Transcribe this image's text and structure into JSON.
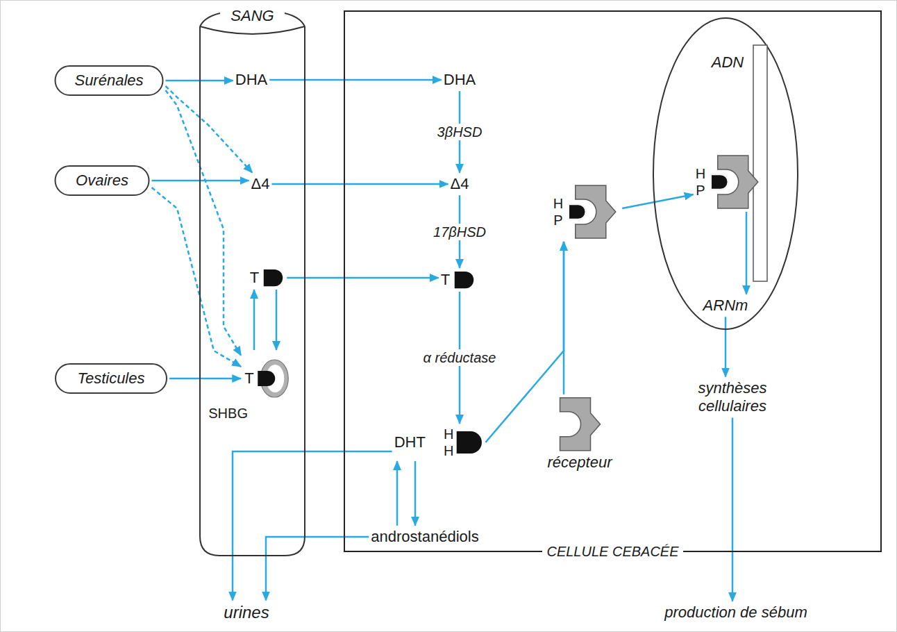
{
  "diagram": {
    "nodes": [
      {
        "text": [
          "Surénales"
        ]
      },
      {
        "text": [
          "Ovaires"
        ]
      },
      {
        "text": [
          "Testicules"
        ]
      },
      {
        "text": [
          "SANG"
        ]
      },
      {
        "text": [
          "DHA"
        ],
        "in": 3
      },
      {
        "text": [
          "Δ4"
        ],
        "in": 3
      },
      {
        "text": [
          "T"
        ],
        "in": 3
      },
      {
        "text": [
          "T",
          "SHBG"
        ],
        "in": 3
      },
      {
        "text": [
          "CELLULE CEBACÉE"
        ]
      },
      {
        "text": [
          "DHA"
        ],
        "in": 8
      },
      {
        "text": [
          "Δ4"
        ],
        "in": 8
      },
      {
        "text": [
          "T"
        ],
        "in": 8
      },
      {
        "text": [
          "DHT",
          "H",
          "H"
        ],
        "in": 8
      },
      {
        "text": [
          "androstanédiols"
        ],
        "in": 8
      },
      {
        "text": [
          "récepteur"
        ],
        "in": 8
      },
      {
        "text": [
          "H",
          "P"
        ],
        "in": 8
      },
      {
        "text": [
          "ADN"
        ],
        "in": 8
      },
      {
        "text": [
          "H",
          "P"
        ],
        "in": 16
      },
      {
        "text": [
          "ARNm"
        ],
        "in": 16
      },
      {
        "text": [
          "synthèses cellulaires"
        ],
        "in": 8
      },
      {
        "text": [
          "production de sébum"
        ]
      },
      {
        "text": [
          "urines"
        ]
      }
    ],
    "edges": [
      {
        "from": 0,
        "to": 4,
        "arrow": "to"
      },
      {
        "from": 0,
        "to": 5,
        "arrow": "to"
      },
      {
        "from": 0,
        "to": 7,
        "arrow": "to"
      },
      {
        "from": 1,
        "to": 5,
        "arrow": "to"
      },
      {
        "from": 1,
        "to": 7,
        "arrow": "to"
      },
      {
        "from": 2,
        "to": 7,
        "arrow": "to"
      },
      {
        "from": 6,
        "to": 7,
        "arrow": "to"
      },
      {
        "from": 7,
        "to": 6,
        "arrow": "to"
      },
      {
        "from": 4,
        "to": 9,
        "arrow": "to"
      },
      {
        "from": 5,
        "to": 10,
        "arrow": "to"
      },
      {
        "from": 6,
        "to": 11,
        "arrow": "to"
      },
      {
        "from": 9,
        "to": 10,
        "label": "3βHSD",
        "arrow": "to"
      },
      {
        "from": 10,
        "to": 11,
        "label": "17βHSD",
        "arrow": "to"
      },
      {
        "from": 11,
        "to": 12,
        "label": "α réductase",
        "arrow": "to"
      },
      {
        "from": 12,
        "to": 15,
        "arrow": "to"
      },
      {
        "from": 14,
        "to": 15,
        "arrow": "to"
      },
      {
        "from": 15,
        "to": 17,
        "arrow": "to"
      },
      {
        "from": 17,
        "to": 18,
        "arrow": "to"
      },
      {
        "from": 18,
        "to": 19,
        "arrow": "to"
      },
      {
        "from": 19,
        "to": 20,
        "arrow": "to"
      },
      {
        "from": 12,
        "to": 21,
        "arrow": "to"
      },
      {
        "from": 13,
        "to": 21,
        "arrow": "to"
      },
      {
        "from": 12,
        "to": 13,
        "arrow": "to"
      },
      {
        "from": 13,
        "to": 12,
        "arrow": "to"
      }
    ]
  }
}
